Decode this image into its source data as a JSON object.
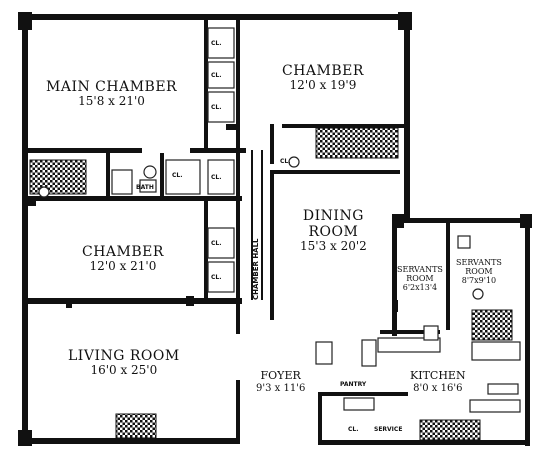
{
  "rooms": {
    "main_chamber": {
      "name": "MAIN CHAMBER",
      "dims": "15'8 x 21'0"
    },
    "chamber_top": {
      "name": "CHAMBER",
      "dims": "12'0 x 19'9"
    },
    "chamber_left": {
      "name": "CHAMBER",
      "dims": "12'0 x 21'0"
    },
    "living_room": {
      "name": "LIVING ROOM",
      "dims": "16'0 x 25'0"
    },
    "dining_room": {
      "name": "DINING",
      "name2": "ROOM",
      "dims": "15'3 x 20'2"
    },
    "foyer": {
      "name": "FOYER",
      "dims": "9'3 x 11'6"
    },
    "kitchen": {
      "name": "KITCHEN",
      "dims": "8'0 x 16'6"
    },
    "servants_room_1": {
      "name": "SERVANTS",
      "name2": "ROOM",
      "dims": "6'2x13'4"
    },
    "servants_room_2": {
      "name": "SERVANTS",
      "name2": "ROOM",
      "dims": "8'7x9'10"
    }
  },
  "labels": {
    "hall": "CHAMBER HALL",
    "bath": "BATH",
    "pantry": "PANTRY",
    "closet": "CL.",
    "service": "SERVICE"
  }
}
